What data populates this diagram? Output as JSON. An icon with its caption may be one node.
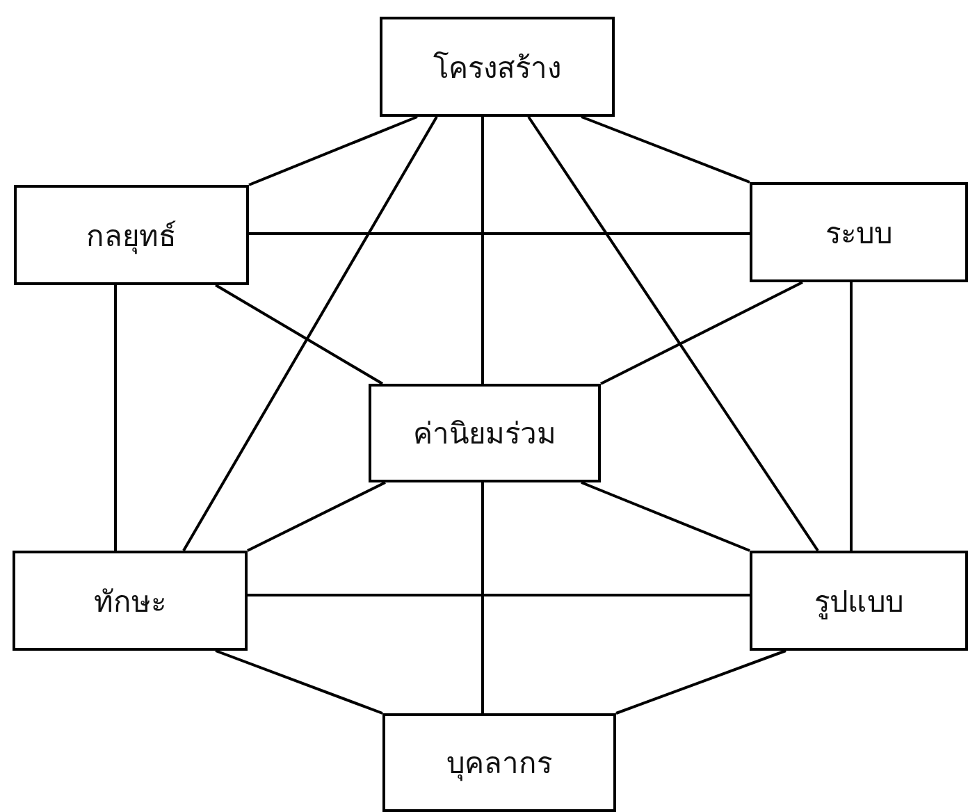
{
  "diagram": {
    "nodes": [
      {
        "text": [
          "โครงสร้าง"
        ]
      },
      {
        "text": [
          "กลยุทธ์"
        ]
      },
      {
        "text": [
          "ระบบ"
        ]
      },
      {
        "text": [
          "ค่านิยมร่วม"
        ]
      },
      {
        "text": [
          "ทักษะ"
        ]
      },
      {
        "text": [
          "รูปแบบ"
        ]
      },
      {
        "text": [
          "บุคลากร"
        ]
      }
    ],
    "edges": [
      {
        "from": 0,
        "to": 1,
        "arrow": "none"
      },
      {
        "from": 0,
        "to": 2,
        "arrow": "none"
      },
      {
        "from": 0,
        "to": 3,
        "arrow": "none"
      },
      {
        "from": 0,
        "to": 4,
        "arrow": "none"
      },
      {
        "from": 0,
        "to": 5,
        "arrow": "none"
      },
      {
        "from": 1,
        "to": 2,
        "arrow": "none"
      },
      {
        "from": 1,
        "to": 3,
        "arrow": "none"
      },
      {
        "from": 1,
        "to": 4,
        "arrow": "none"
      },
      {
        "from": 2,
        "to": 3,
        "arrow": "none"
      },
      {
        "from": 2,
        "to": 5,
        "arrow": "none"
      },
      {
        "from": 3,
        "to": 4,
        "arrow": "none"
      },
      {
        "from": 3,
        "to": 5,
        "arrow": "none"
      },
      {
        "from": 3,
        "to": 6,
        "arrow": "none"
      },
      {
        "from": 4,
        "to": 5,
        "arrow": "none"
      },
      {
        "from": 4,
        "to": 6,
        "arrow": "none"
      },
      {
        "from": 5,
        "to": 6,
        "arrow": "none"
      }
    ]
  }
}
